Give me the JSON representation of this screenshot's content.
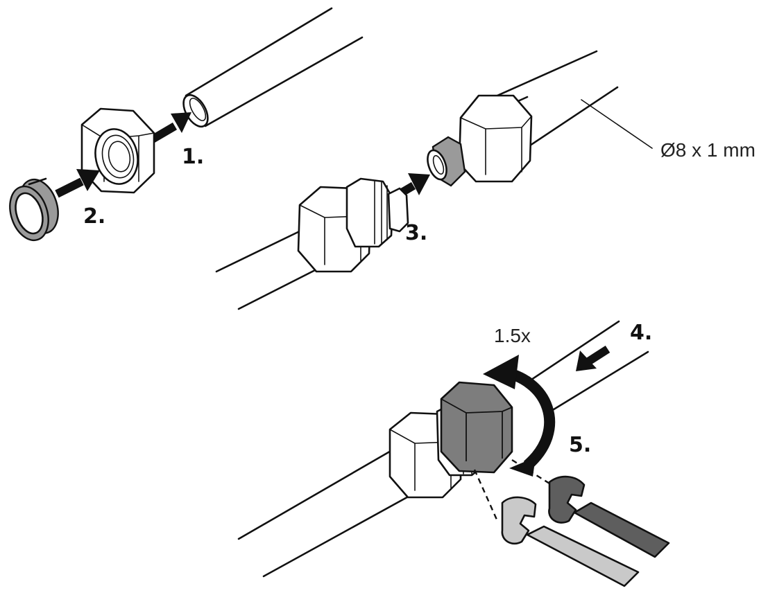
{
  "steps": {
    "step1": "1.",
    "step2": "2.",
    "step3": "3.",
    "step4": "4.",
    "step5": "5."
  },
  "dimension": "Ø8 x 1 mm",
  "turns": "1.5x",
  "colors": {
    "ink": "#111111",
    "nut_dark": "#7d7d7d",
    "ring_gray": "#9a9a9a",
    "wrench_light": "#c9c9c9",
    "wrench_dark": "#5e5e5e"
  }
}
